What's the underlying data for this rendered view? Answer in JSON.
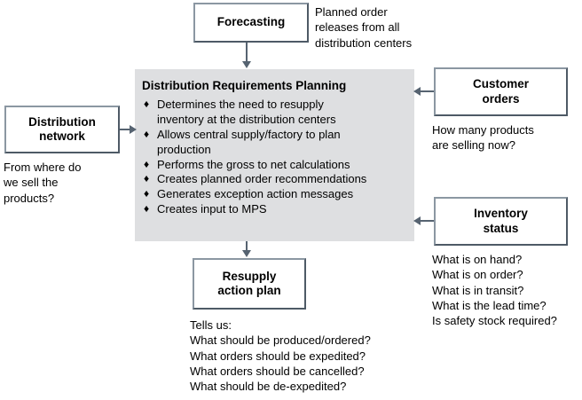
{
  "diagram": {
    "title": "Distribution Requirements Planning process diagram",
    "colors": {
      "panel_background": "#dedfe1",
      "border": "#4e5a66",
      "border_highlight": "#8b97a2",
      "connector": "#566371",
      "text": "#000000",
      "page_background": "#ffffff"
    }
  },
  "forecasting_box": {
    "label": "Forecasting"
  },
  "forecasting_note": {
    "lines": [
      "Planned order",
      "releases from all",
      "distribution centers"
    ]
  },
  "drp_panel": {
    "title": "Distribution Requirements Planning",
    "bullet_glyph": "♦",
    "bullets": [
      "Determines the need to resupply\ninventory at the distribution centers",
      "Allows central supply/factory to plan\nproduction",
      "Performs the gross to net calculations",
      "Creates planned order recommendations",
      "Generates exception action messages",
      "Creates input to MPS"
    ]
  },
  "customer_orders_box": {
    "line1": "Customer",
    "line2": "orders"
  },
  "customer_orders_note": {
    "lines": [
      "How many products",
      "are selling now?"
    ]
  },
  "inventory_status_box": {
    "line1": "Inventory",
    "line2": "status"
  },
  "inventory_status_note": {
    "lines": [
      "What is on hand?",
      "What is on order?",
      "What is in transit?",
      "What is the lead time?",
      "Is safety stock required?"
    ]
  },
  "distribution_network_box": {
    "line1": "Distribution",
    "line2": "network"
  },
  "distribution_network_note": {
    "lines": [
      "From where do",
      "we sell the",
      "products?"
    ]
  },
  "resupply_box": {
    "line1": "Resupply",
    "line2": "action plan"
  },
  "resupply_note": {
    "lines": [
      "Tells us:",
      "What should be produced/ordered?",
      "What orders should be expedited?",
      "What orders should be cancelled?",
      "What should be de-expedited?"
    ]
  }
}
